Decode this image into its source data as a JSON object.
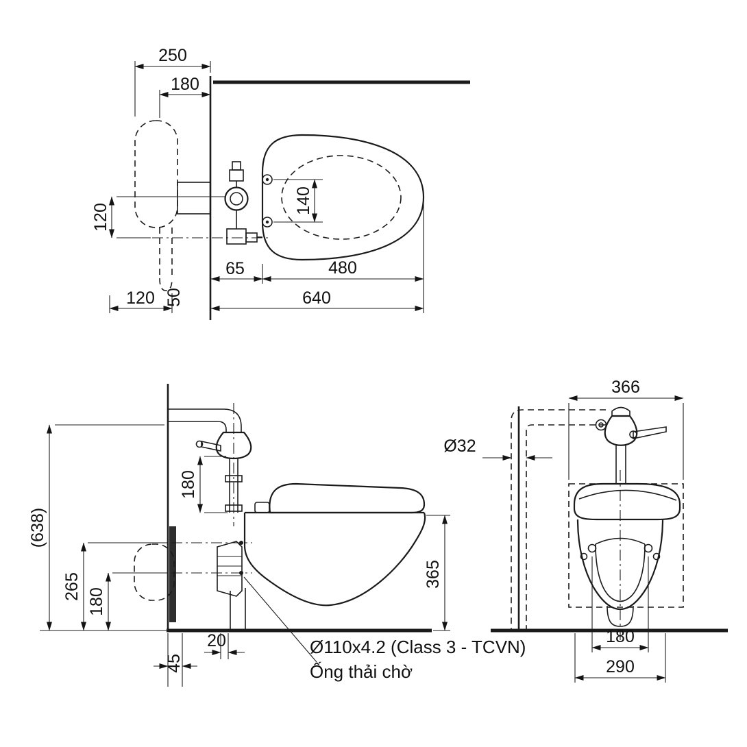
{
  "top": {
    "d250": "250",
    "d180": "180",
    "d120v": "120",
    "d140": "140",
    "d65": "65",
    "d480": "480",
    "d640": "640",
    "d120b": "120",
    "d50": "50"
  },
  "side": {
    "d638": "(638)",
    "d265": "265",
    "d180low": "180",
    "d180valve": "180",
    "d45": "45",
    "d20": "20",
    "d365": "365",
    "pipe_spec": "Ø110x4.2 (Class 3 - TCVN)",
    "drain_label": "Ống thải chờ"
  },
  "front": {
    "d366": "366",
    "d32": "Ø32",
    "d180": "180",
    "d290": "290"
  },
  "colors": {
    "line": "#1b1b1b",
    "background": "#ffffff"
  }
}
